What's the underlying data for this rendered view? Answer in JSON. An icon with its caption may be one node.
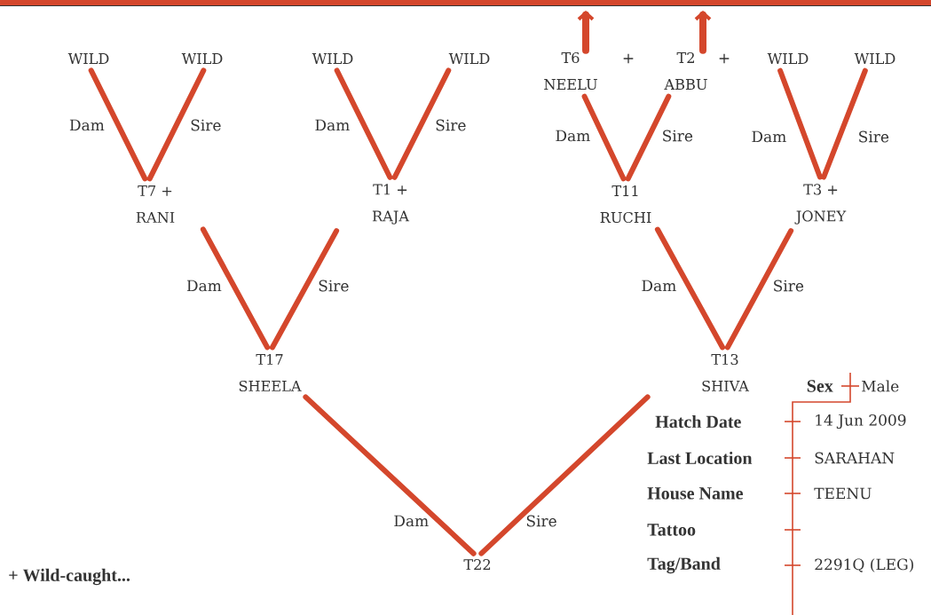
{
  "diagram": {
    "nodes": [
      {
        "text": [
          "WILD"
        ]
      },
      {
        "text": [
          "WILD"
        ]
      },
      {
        "text": [
          "WILD"
        ]
      },
      {
        "text": [
          "WILD"
        ]
      },
      {
        "text": [
          "T6",
          "NEELU"
        ]
      },
      {
        "text": [
          "T2",
          "ABBU"
        ]
      },
      {
        "text": [
          "WILD"
        ]
      },
      {
        "text": [
          "WILD"
        ]
      },
      {
        "text": [
          "T7 +",
          "RANI"
        ]
      },
      {
        "text": [
          "T1 +",
          "RAJA"
        ]
      },
      {
        "text": [
          "T11",
          "RUCHI"
        ]
      },
      {
        "text": [
          "T3 +",
          "JONEY"
        ]
      },
      {
        "text": [
          "T17",
          "SHEELA"
        ]
      },
      {
        "text": [
          "T13",
          "SHIVA"
        ]
      },
      {
        "text": [
          "T22"
        ]
      }
    ],
    "edges": [
      {
        "from": 0,
        "to": 8,
        "arrow": "none",
        "label": "Dam"
      },
      {
        "from": 1,
        "to": 8,
        "arrow": "none",
        "label": "Sire"
      },
      {
        "from": 2,
        "to": 9,
        "arrow": "none",
        "label": "Dam"
      },
      {
        "from": 3,
        "to": 9,
        "arrow": "none",
        "label": "Sire"
      },
      {
        "from": 4,
        "to": 10,
        "arrow": "none",
        "label": "Dam"
      },
      {
        "from": 5,
        "to": 10,
        "arrow": "none",
        "label": "Sire"
      },
      {
        "from": 6,
        "to": 11,
        "arrow": "none",
        "label": "Dam"
      },
      {
        "from": 7,
        "to": 11,
        "arrow": "none",
        "label": "Sire"
      },
      {
        "from": 8,
        "to": 12,
        "arrow": "none",
        "label": "Dam"
      },
      {
        "from": 9,
        "to": 12,
        "arrow": "none",
        "label": "Sire"
      },
      {
        "from": 10,
        "to": 13,
        "arrow": "none",
        "label": "Dam"
      },
      {
        "from": 11,
        "to": 13,
        "arrow": "none",
        "label": "Sire"
      },
      {
        "from": 12,
        "to": 14,
        "arrow": "none",
        "label": "Dam"
      },
      {
        "from": 13,
        "to": 14,
        "arrow": "none",
        "label": "Sire"
      },
      {
        "from": 4,
        "to": null,
        "arrow": "to"
      },
      {
        "from": 5,
        "to": null,
        "arrow": "to"
      }
    ],
    "labels": [
      "+",
      "+",
      "Sex",
      "Male",
      "Hatch Date",
      "14 Jun 2009",
      "Last Location",
      "SARAHAN",
      "House Name",
      "TEENU",
      "Tattoo",
      "Tag/Band",
      "2291Q (LEG)",
      "+ Wild-caught..."
    ]
  }
}
